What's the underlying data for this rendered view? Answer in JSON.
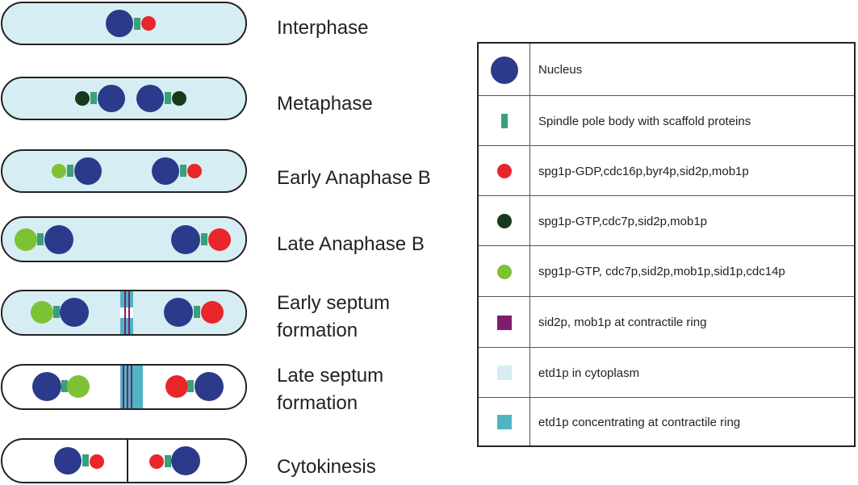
{
  "stages": [
    {
      "label": "Interphase"
    },
    {
      "label": "Metaphase"
    },
    {
      "label": "Early Anaphase B"
    },
    {
      "label": "Late Anaphase B"
    },
    {
      "label_line1": "Early septum",
      "label_line2": "formation"
    },
    {
      "label_line1": "Late septum",
      "label_line2": "formation"
    },
    {
      "label": "Cytokinesis"
    }
  ],
  "legend": [
    {
      "icon": "nucleus-icon",
      "text": "Nucleus"
    },
    {
      "icon": "spindle-pole-body-icon",
      "text": "Spindle pole body with scaffold proteins"
    },
    {
      "icon": "red-dot-icon",
      "text": "spg1p-GDP,cdc16p,byr4p,sid2p,mob1p"
    },
    {
      "icon": "dark-green-dot-icon",
      "text": "spg1p-GTP,cdc7p,sid2p,mob1p"
    },
    {
      "icon": "light-green-dot-icon",
      "text": "spg1p-GTP, cdc7p,sid2p,mob1p,sid1p,cdc14p"
    },
    {
      "icon": "purple-square-icon",
      "text": "sid2p, mob1p at contractile ring"
    },
    {
      "icon": "pale-blue-square-icon",
      "text": "etd1p in cytoplasm"
    },
    {
      "icon": "teal-square-icon",
      "text": "etd1p concentrating at contractile ring"
    }
  ],
  "colors": {
    "nucleus": "#2b3a8a",
    "spb": "#3aa07a",
    "red": "#e8262a",
    "dark_green": "#173a1c",
    "light_green": "#7cc234",
    "purple": "#7d1e6e",
    "cytoplasm": "#d6edf3",
    "teal": "#4fb4c4",
    "outline": "#222222"
  }
}
